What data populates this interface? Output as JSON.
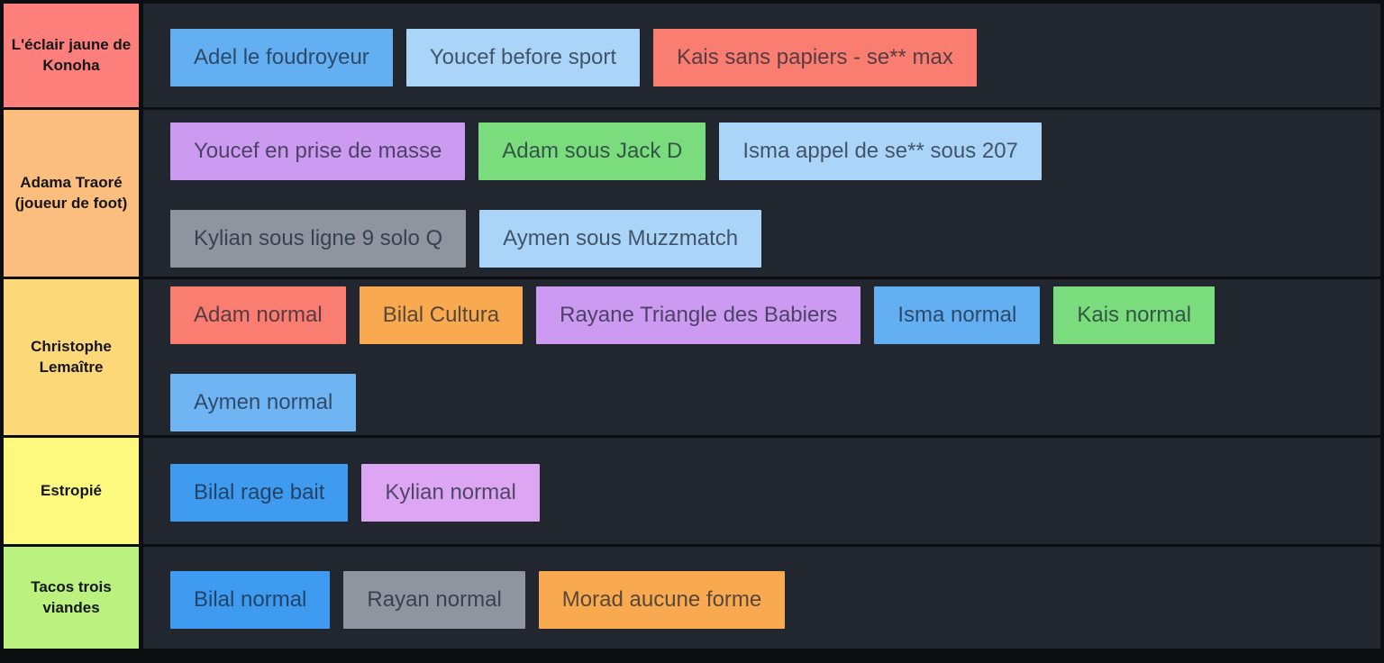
{
  "app": {
    "kind": "tier-list",
    "background_color": "#22262e",
    "divider_color": "#0c0e12",
    "item_text_color": "rgba(24,33,49,0.72)",
    "label_text_color": "#15161b"
  },
  "tiers": [
    {
      "label": "L'éclair jaune de Konoha",
      "color": "#fd7f7b",
      "rows": [
        [
          {
            "text": "Adel le foudroyeur",
            "color": "#63aff2"
          },
          {
            "text": "Youcef before sport",
            "color": "#abd5f8"
          },
          {
            "text": "Kais sans papiers - se** max",
            "color": "#f97d70"
          }
        ]
      ]
    },
    {
      "label": "Adama Traoré (joueur de foot)",
      "color": "#fcbe7e",
      "rows": [
        [
          {
            "text": "Youcef en prise de masse",
            "color": "#cd9af1"
          },
          {
            "text": "Adam sous Jack D",
            "color": "#7bdc7d"
          },
          {
            "text": "Isma appel de se** sous 207",
            "color": "#abd5f8"
          }
        ],
        [
          {
            "text": "Kylian sous ligne 9 solo Q",
            "color": "#8f949e"
          },
          {
            "text": "Aymen sous Muzzmatch",
            "color": "#abd5f8"
          }
        ]
      ]
    },
    {
      "label": "Christophe Lemaître",
      "color": "#fcd878",
      "rows": [
        [
          {
            "text": "Adam normal",
            "color": "#f97d70"
          },
          {
            "text": "Bilal Cultura",
            "color": "#f9a94f"
          },
          {
            "text": "Rayane Triangle des Babiers",
            "color": "#cd9af1"
          },
          {
            "text": "Isma normal",
            "color": "#63aff2"
          },
          {
            "text": "Kais normal",
            "color": "#7bdc7d"
          }
        ],
        [
          {
            "text": "Aymen normal",
            "color": "#6fb4f3"
          }
        ]
      ]
    },
    {
      "label": "Estropié",
      "color": "#fdf87e",
      "rows": [
        [
          {
            "text": "Bilal rage bait",
            "color": "#3f9bf0"
          },
          {
            "text": "Kylian normal",
            "color": "#dda6f2"
          }
        ]
      ]
    },
    {
      "label": "Tacos trois viandes",
      "color": "#bbf17e",
      "rows": [
        [
          {
            "text": "Bilal normal",
            "color": "#3f9bf0"
          },
          {
            "text": "Rayan normal",
            "color": "#8f949e"
          },
          {
            "text": "Morad aucune forme",
            "color": "#f9a94f"
          }
        ]
      ]
    }
  ]
}
